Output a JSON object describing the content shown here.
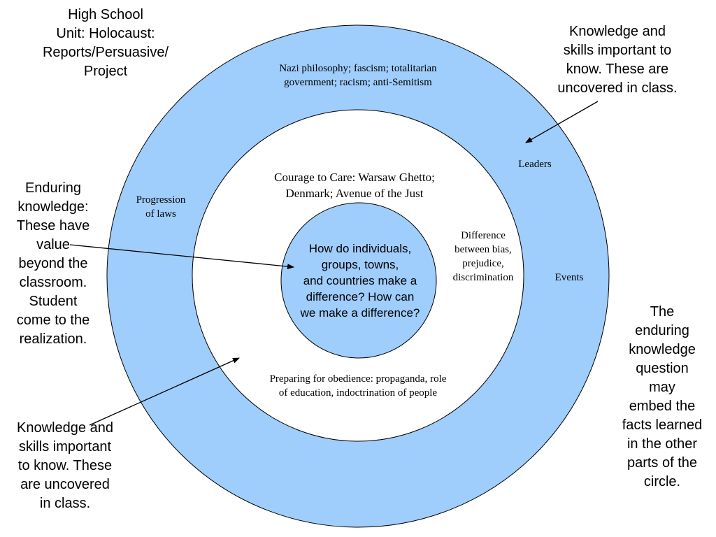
{
  "title": "High School\nUnit: Holocaust:\nReports/Persuasive/\nProject",
  "colors": {
    "ring_fill": "#9fcdfc",
    "ring_stroke": "#000000",
    "background": "#ffffff"
  },
  "outer_ring": {
    "top_text": "Nazi philosophy; fascism; totalitarian\ngovernment; racism; anti-Semitism",
    "left_text": "Progression\nof laws",
    "leaders": "Leaders",
    "events": "Events"
  },
  "middle_ring": {
    "top_text": "Courage to Care: Warsaw Ghetto;\nDenmark; Avenue of the Just",
    "right_text": "Difference\nbetween bias,\nprejudice,\ndiscrimination",
    "bottom_text": "Preparing for obedience: propaganda, role\nof education, indoctrination of people"
  },
  "center_question": "How do individuals,\ngroups, towns,\nand countries make a\ndifference?   How can\nwe make a difference?",
  "annotations": {
    "top_right": "Knowledge and\nskills important to\nknow. These are\nuncovered in class.",
    "left": "Enduring\nknowledge:\nThese have\nvalue\nbeyond the\nclassroom.\nStudent\ncome to the\nrealization.",
    "bottom_left": "Knowledge and\nskills important\nto know. These\nare uncovered\nin class.",
    "right": "The\nenduring\nknowledge\nquestion\nmay\nembed the\nfacts learned\nin the other\nparts of the\ncircle."
  }
}
